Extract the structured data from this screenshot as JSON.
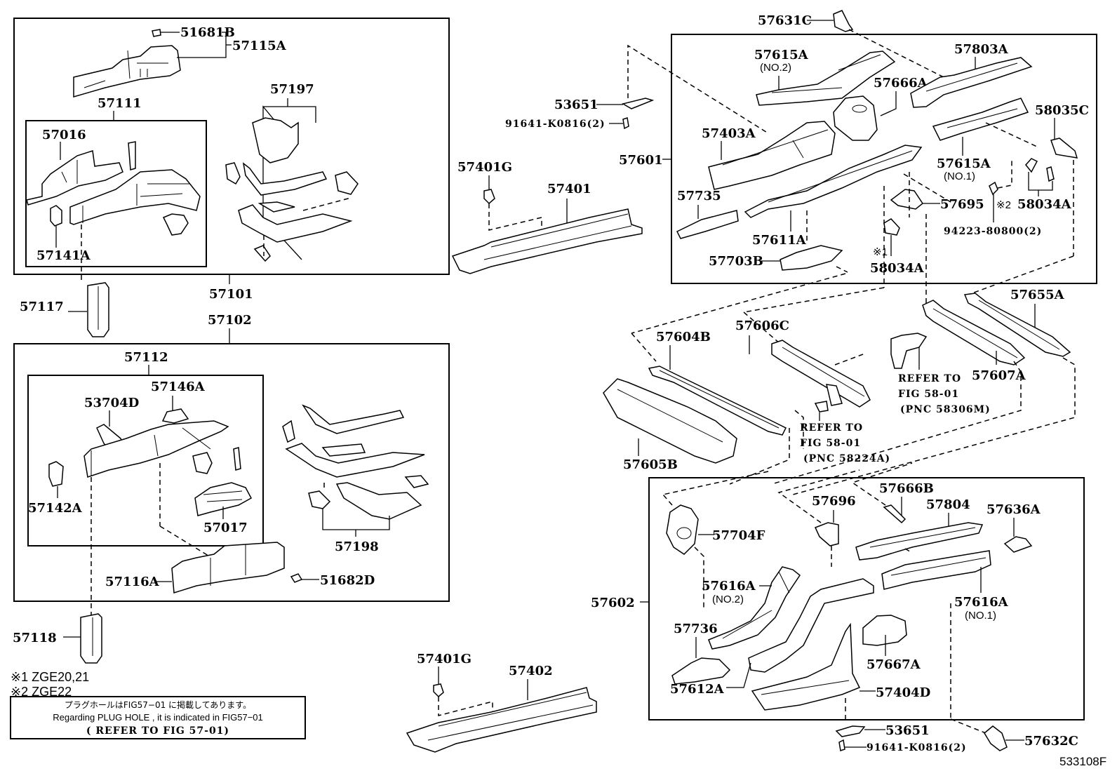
{
  "figure": {
    "id": "533108F",
    "title": "Floor pan & lower back panel / frame parts diagram"
  },
  "notes": {
    "mark1": "※1 ZGE20,21",
    "mark2": "※2 ZGE22",
    "plug_hole_jp": "プラグホールはFIG57−01 に掲載してあります。",
    "plug_hole_en": "Regarding PLUG HOLE , it is indicated in FIG57−01",
    "plug_hole_ref": "( REFER TO FIG 57-01)"
  },
  "groups": {
    "g57101": "57101",
    "g57102": "57102",
    "g57111": "57111",
    "g57112": "57112",
    "g57197": "57197",
    "g57198": "57198",
    "g57601": "57601",
    "g57602": "57602"
  },
  "parts": {
    "p51681B": "51681B",
    "p57115A": "57115A",
    "p57016": "57016",
    "p57141A": "57141A",
    "p57117": "57117",
    "p53704D": "53704D",
    "p57146A": "57146A",
    "p57142A": "57142A",
    "p57017": "57017",
    "p57116A": "57116A",
    "p51682D": "51682D",
    "p57118": "57118",
    "p57401G_top": "57401G",
    "p57401": "57401",
    "p53651_top": "53651",
    "p91641_top": "91641-K0816(2)",
    "p57401G_bot": "57401G",
    "p57402": "57402",
    "p57631C": "57631C",
    "p57615A_no2": "57615A",
    "p57615A_no2_sub": "(NO.2)",
    "p57803A": "57803A",
    "p57666A": "57666A",
    "p57403A": "57403A",
    "p58035C": "58035C",
    "p57615A_no1": "57615A",
    "p57615A_no1_sub": "(NO.1)",
    "p57735": "57735",
    "p57695": "57695",
    "p58034A_m2": "58034A",
    "p58034A_m2_mark": "※2",
    "p94223": "94223-80800(2)",
    "p57611A": "57611A",
    "p57703B": "57703B",
    "p58034A_m1": "58034A",
    "p58034A_m1_mark": "※1",
    "p57655A": "57655A",
    "p57604B": "57604B",
    "p57606C": "57606C",
    "p57607A": "57607A",
    "p57605B": "57605B",
    "p57666B": "57666B",
    "p57696": "57696",
    "p57804": "57804",
    "p57636A": "57636A",
    "p57704F": "57704F",
    "p57616A_no2": "57616A",
    "p57616A_no2_sub": "(NO.2)",
    "p57616A_no1": "57616A",
    "p57616A_no1_sub": "(NO.1)",
    "p57736": "57736",
    "p57667A": "57667A",
    "p57612A": "57612A",
    "p57404D": "57404D",
    "p53651_bot": "53651",
    "p91641_bot": "91641-K0816(2)",
    "p57632C": "57632C"
  },
  "references": {
    "ref1_line1": "REFER TO",
    "ref1_line2": "FIG 58-01",
    "ref1_line3": "(PNC 58306M)",
    "ref2_line1": "REFER TO",
    "ref2_line2": "FIG 58-01",
    "ref2_line3": "(PNC 58224A)"
  }
}
